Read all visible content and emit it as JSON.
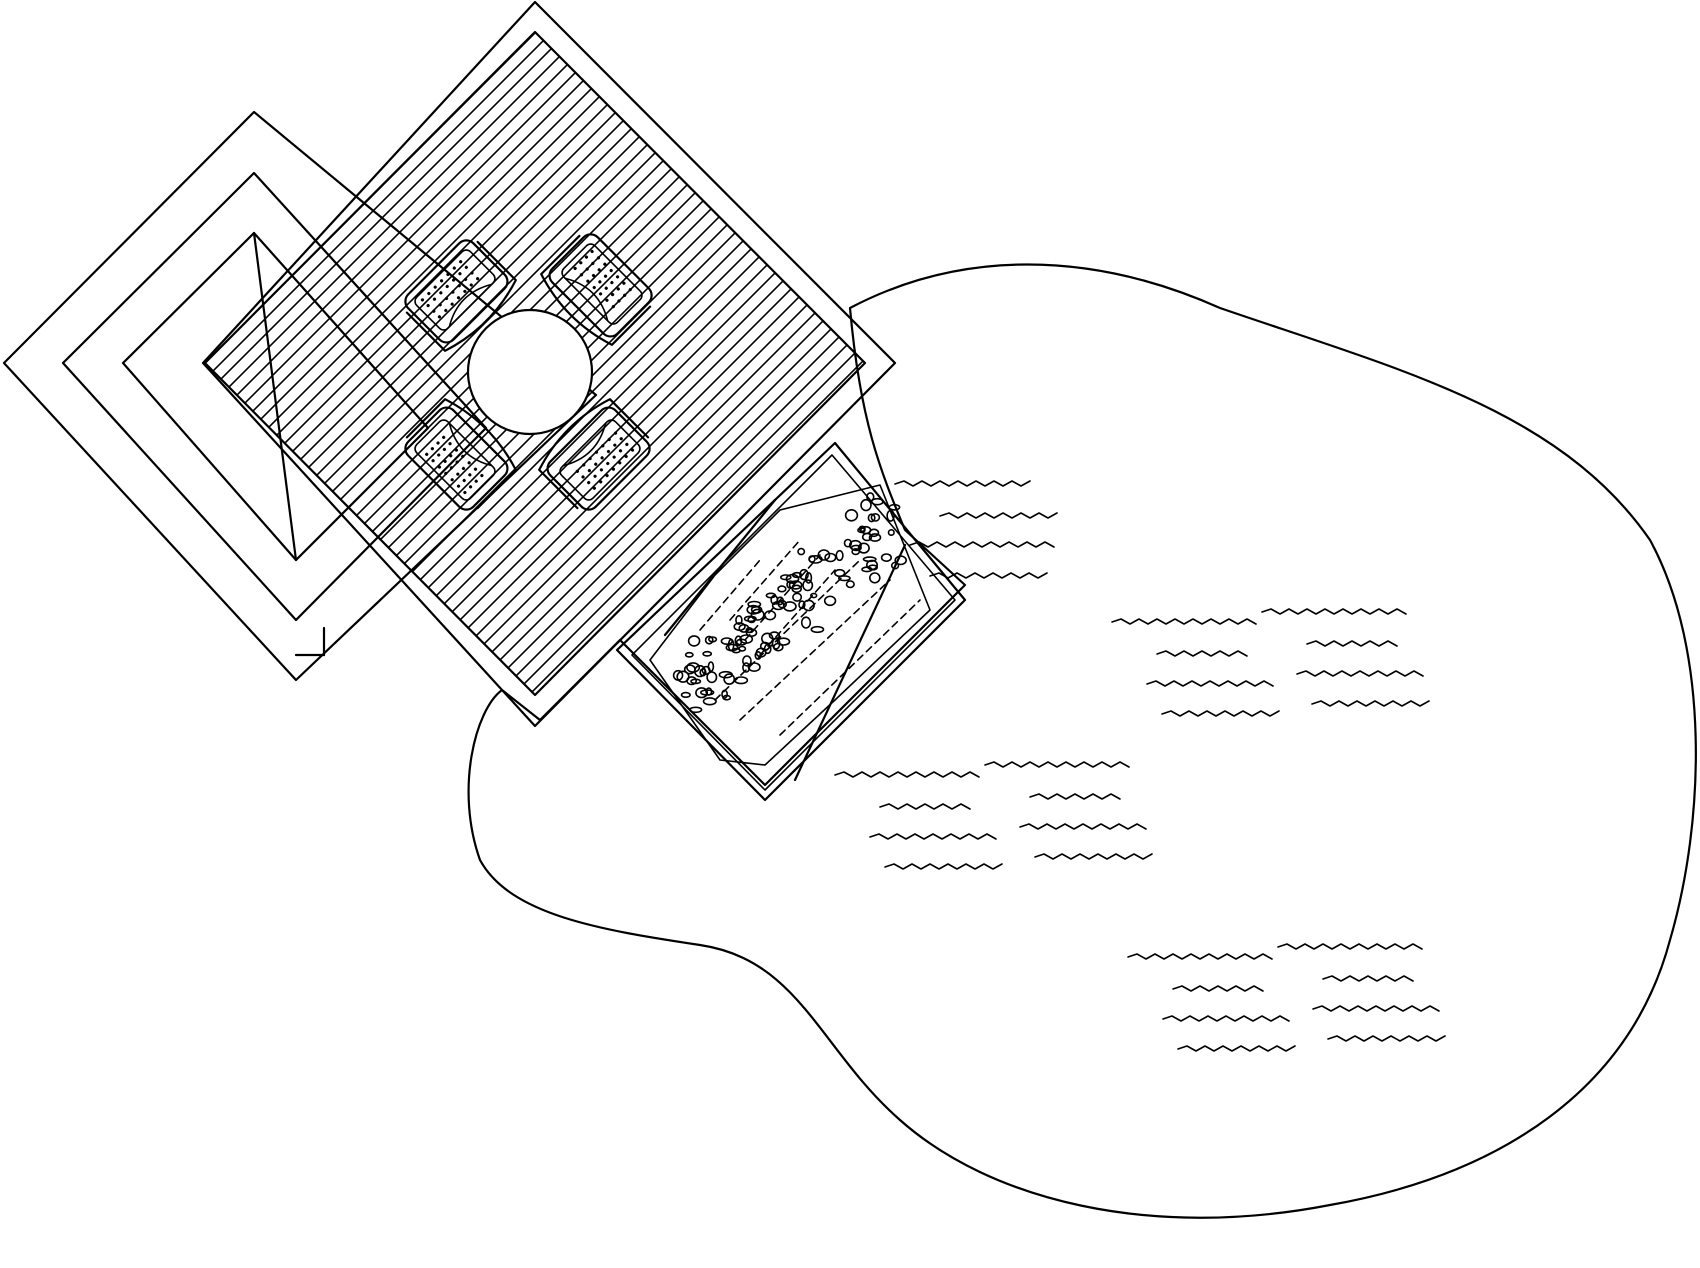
{
  "drawing": {
    "kind": "landscape-plan",
    "style": "line-art",
    "background": "#ffffff",
    "ink": "#000000",
    "elements": [
      "pond",
      "wooden-deck",
      "stepped-platform",
      "round-table",
      "chair",
      "chair",
      "chair",
      "chair",
      "pebble-garden",
      "water-ripples"
    ]
  }
}
